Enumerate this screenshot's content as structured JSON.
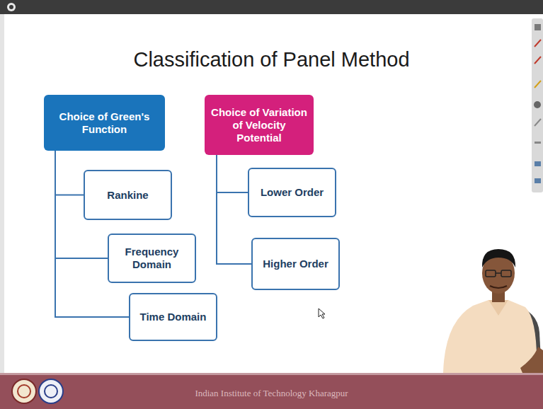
{
  "diagram": {
    "title": "Classification of Panel Method",
    "nodes": [
      {
        "text": [
          "Choice of Green's Function"
        ]
      },
      {
        "text": [
          "Rankine"
        ]
      },
      {
        "text": [
          "Frequency Domain"
        ]
      },
      {
        "text": [
          "Time Domain"
        ]
      },
      {
        "text": [
          "Choice of Variation of Velocity Potential"
        ]
      },
      {
        "text": [
          "Lower Order"
        ]
      },
      {
        "text": [
          "Higher Order"
        ]
      }
    ],
    "edges": [
      {
        "from": 0,
        "to": 1,
        "arrow": "none"
      },
      {
        "from": 0,
        "to": 2,
        "arrow": "none"
      },
      {
        "from": 0,
        "to": 3,
        "arrow": "none"
      },
      {
        "from": 4,
        "to": 5,
        "arrow": "none"
      },
      {
        "from": 4,
        "to": 6,
        "arrow": "none"
      }
    ],
    "labels": [
      "Indian Institute of Technology Kharagpur"
    ]
  }
}
